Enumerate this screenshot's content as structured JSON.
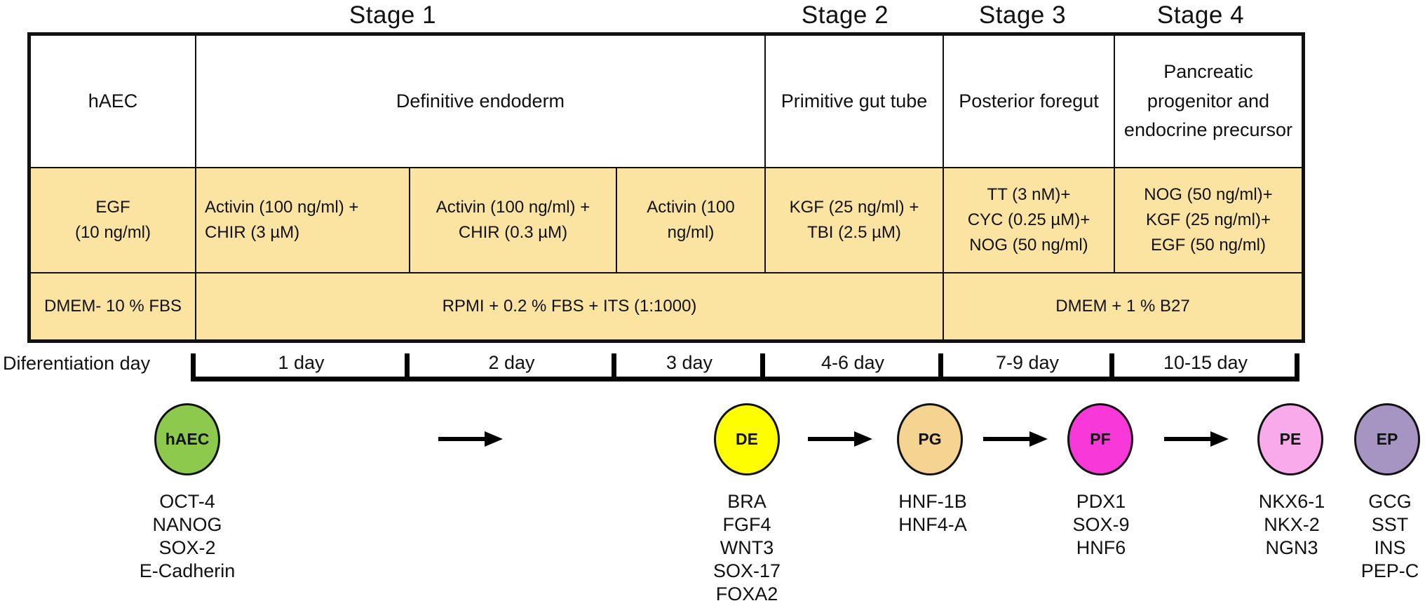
{
  "stages": [
    {
      "label": "Stage 1"
    },
    {
      "label": "Stage 2"
    },
    {
      "label": "Stage 3"
    },
    {
      "label": "Stage 4"
    }
  ],
  "table": {
    "header": [
      "hAEC",
      "Definitive endoderm",
      "Primitive gut tube",
      "Posterior foregut",
      "Pancreatic progenitor and endocrine precursor"
    ],
    "treatments": [
      "EGF\n(10 ng/ml)",
      "Activin (100 ng/ml) +\nCHIR (3 µM)",
      "Activin (100 ng/ml) +\nCHIR (0.3 µM)",
      "Activin (100\nng/ml)",
      "KGF (25 ng/ml) +\nTBI (2.5 µM)",
      "TT (3 nM)+\nCYC (0.25 µM)+\nNOG (50 ng/ml)",
      "NOG (50 ng/ml)+\nKGF (25 ng/ml)+\nEGF (50 ng/ml)"
    ],
    "media": [
      "DMEM- 10 % FBS",
      "RPMI + 0.2 % FBS + ITS (1:1000)",
      "DMEM + 1 % B27"
    ]
  },
  "timeline": {
    "label": "Diferentiation day",
    "intervals": [
      "1 day",
      "2 day",
      "3 day",
      "4-6 day",
      "7-9 day",
      "10-15 day"
    ]
  },
  "cells": [
    {
      "abbr": "hAEC",
      "color": "#8cc94c",
      "markers": [
        "OCT-4",
        "NANOG",
        "SOX-2",
        "E-Cadherin"
      ]
    },
    {
      "abbr": "DE",
      "color": "#fefe00",
      "markers": [
        "BRA",
        "FGF4",
        "WNT3",
        "SOX-17",
        "FOXA2"
      ]
    },
    {
      "abbr": "PG",
      "color": "#f5d492",
      "markers": [
        "HNF-1B",
        "HNF4-A"
      ]
    },
    {
      "abbr": "PF",
      "color": "#f838d8",
      "markers": [
        "PDX1",
        "SOX-9",
        "HNF6"
      ]
    },
    {
      "abbr": "PE",
      "color": "#f8aaeb",
      "markers": [
        "NKX6-1",
        "NKX-2",
        "NGN3"
      ]
    },
    {
      "abbr": "EP",
      "color": "#a694c2",
      "markers": [
        "GCG",
        "SST",
        "INS",
        "PEP-C"
      ]
    }
  ],
  "colors": {
    "row_fill": "#fbe3a2",
    "line": "#111111"
  }
}
